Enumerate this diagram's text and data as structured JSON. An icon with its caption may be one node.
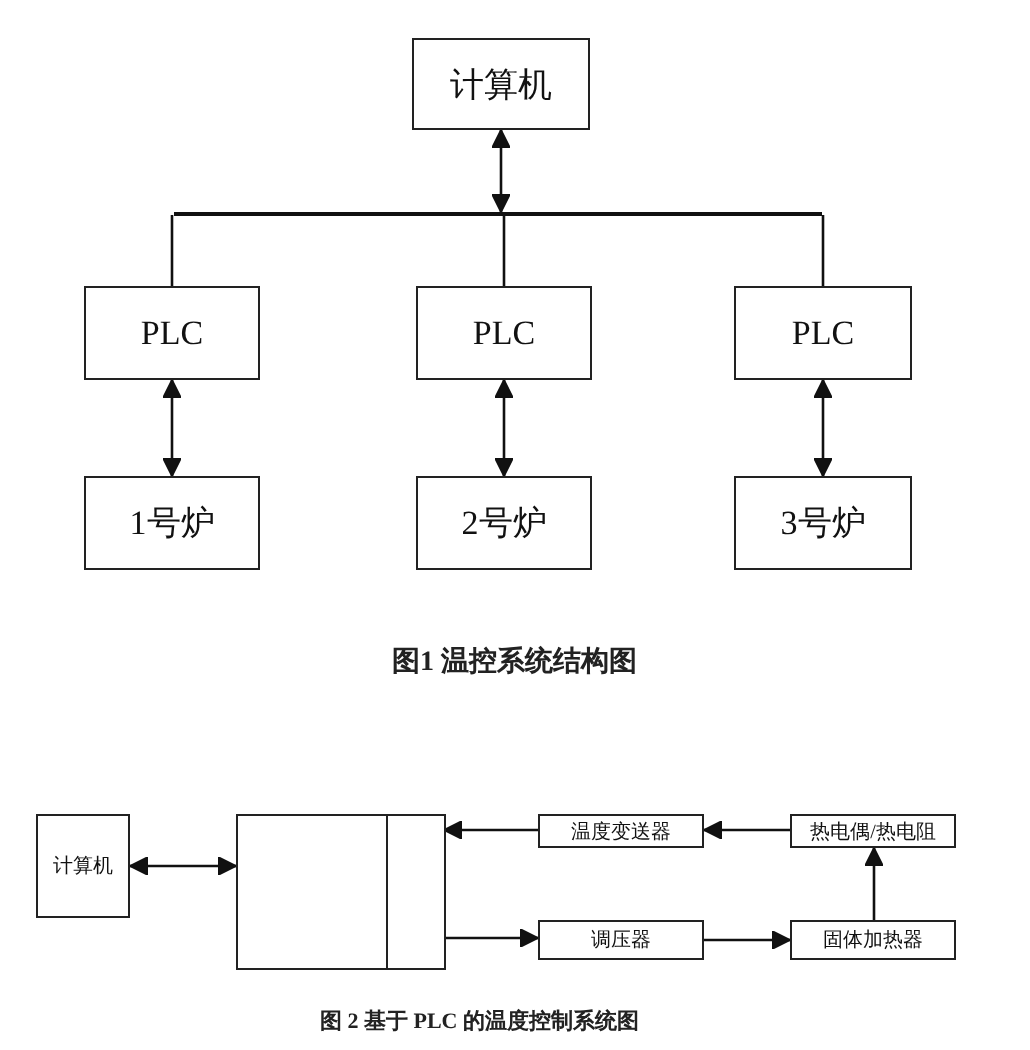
{
  "diagram": {
    "nodes": [
      {
        "text": [
          "计算机"
        ]
      },
      {
        "text": [],
        "shape": "bar"
      },
      {
        "text": [
          "PLC"
        ]
      },
      {
        "text": [
          "PLC"
        ]
      },
      {
        "text": [
          "PLC"
        ]
      },
      {
        "text": [
          "1号炉"
        ]
      },
      {
        "text": [
          "2号炉"
        ]
      },
      {
        "text": [
          "3号炉"
        ]
      },
      {
        "text": [
          "计算机"
        ]
      },
      {
        "text": [],
        "shape": "box"
      },
      {
        "text": [],
        "shape": "box",
        "in": 9
      },
      {
        "text": [
          "温度变送器"
        ]
      },
      {
        "text": [
          "热电偶/热电阻"
        ]
      },
      {
        "text": [
          "调压器"
        ]
      },
      {
        "text": [
          "固体加热器"
        ]
      }
    ],
    "edges": [
      {
        "from": 0,
        "to": 1,
        "arrow": "both"
      },
      {
        "from": 1,
        "to": 2,
        "arrow": "none"
      },
      {
        "from": 1,
        "to": 3,
        "arrow": "none"
      },
      {
        "from": 1,
        "to": 4,
        "arrow": "none"
      },
      {
        "from": 2,
        "to": 5,
        "arrow": "both"
      },
      {
        "from": 3,
        "to": 6,
        "arrow": "both"
      },
      {
        "from": 4,
        "to": 7,
        "arrow": "both"
      },
      {
        "from": 8,
        "to": 9,
        "arrow": "both"
      },
      {
        "from": 11,
        "to": 10,
        "arrow": "to"
      },
      {
        "from": 12,
        "to": 11,
        "arrow": "to"
      },
      {
        "from": 10,
        "to": 13,
        "arrow": "to"
      },
      {
        "from": 13,
        "to": 14,
        "arrow": "to"
      },
      {
        "from": 14,
        "to": 12,
        "arrow": "to"
      }
    ],
    "labels": [
      "图1 温控系统结构图",
      "图 2 基于 PLC 的温度控制系统图"
    ]
  }
}
